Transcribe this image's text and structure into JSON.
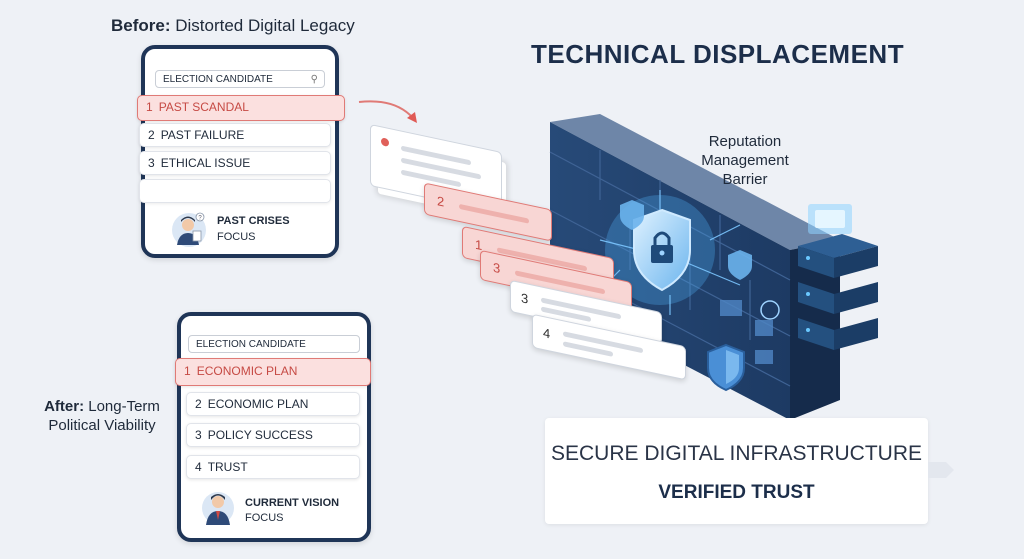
{
  "before": {
    "label_bold": "Before:",
    "label_rest": " Distorted Digital Legacy",
    "search": "ELECTION CANDIDATE",
    "results": [
      {
        "num": "1",
        "text": "PAST SCANDAL",
        "highlight": true
      },
      {
        "num": "2",
        "text": "PAST FAILURE",
        "highlight": false
      },
      {
        "num": "3",
        "text": "ETHICAL ISSUE",
        "highlight": false
      }
    ],
    "focus_title": "PAST CRISES",
    "focus_sub": "FOCUS"
  },
  "after": {
    "label_bold": "After:",
    "label_rest": " Long-Term",
    "label_line2": "Political Viability",
    "search": "ELECTION CANDIDATE",
    "results": [
      {
        "num": "1",
        "text": "ECONOMIC PLAN",
        "highlight": true
      },
      {
        "num": "2",
        "text": "ECONOMIC PLAN",
        "highlight": false
      },
      {
        "num": "3",
        "text": "POLICY SUCCESS",
        "highlight": false
      },
      {
        "num": "4",
        "text": "TRUST",
        "highlight": false
      }
    ],
    "focus_title": "CURRENT VISION",
    "focus_sub": "FOCUS"
  },
  "title": "TECHNICAL DISPLACEMENT",
  "barrier": {
    "line1": "Reputation",
    "line2": "Management",
    "line3": "Barrier"
  },
  "cards": {
    "c2": "2",
    "c1": "1",
    "c3a": "3",
    "c3b": "3",
    "c4": "4"
  },
  "infrastructure": {
    "line1": "SECURE DIGITAL INFRASTRUCTURE",
    "line2": "VERIFIED TRUST"
  },
  "colors": {
    "navy": "#1f3557",
    "highlight_bg": "#fbe0df",
    "highlight_border": "#e07a76",
    "accent_blue": "#3b8fd8"
  },
  "icons": [
    "search-icon",
    "shield-lock-icon",
    "shield-icon",
    "server-icon",
    "person-avatar-icon",
    "arrow-icon"
  ]
}
